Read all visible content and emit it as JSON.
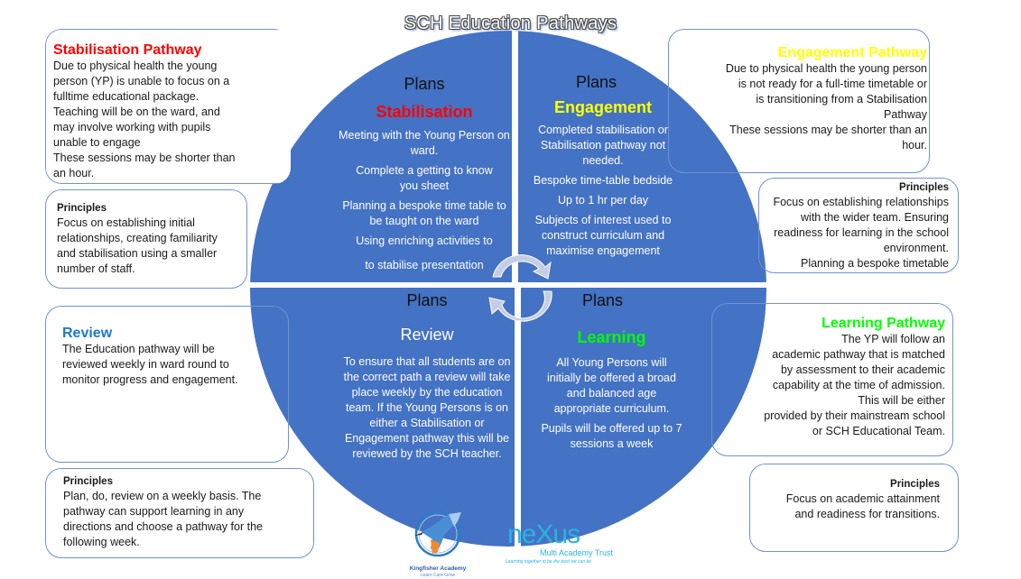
{
  "title": "SCH Education Pathways",
  "colors": {
    "wheel_fill": "#4472c4",
    "box_border": "#6f93d3",
    "arrow_fill": "#c5cde6",
    "stabilisation": "#ff0000",
    "engagement": "#ffff00",
    "learning": "#00ff00",
    "review_heading": "#1f77c8"
  },
  "left_boxes": {
    "stabilisation": {
      "heading": "Stabilisation Pathway",
      "lines": [
        "Due to physical health the young",
        "person (YP) is unable to focus on a",
        "fulltime educational package.",
        "Teaching will be on the ward, and",
        "may involve working with pupils",
        "unable to engage",
        "These sessions may be shorter than",
        "an hour."
      ]
    },
    "stabilisation_principles": {
      "heading": "Principles",
      "lines": [
        "Focus on establishing initial",
        "relationships, creating familiarity",
        "and stabilisation using a smaller",
        "number of staff."
      ]
    },
    "review": {
      "heading": "Review",
      "lines": [
        "The Education pathway will be",
        "reviewed weekly in ward round to",
        "monitor progress and engagement."
      ]
    },
    "review_principles": {
      "heading": "Principles",
      "lines": [
        "Plan, do, review on a weekly basis. The",
        "pathway can support learning in any",
        "directions and choose a pathway for the",
        "following week."
      ]
    }
  },
  "right_boxes": {
    "engagement": {
      "heading": "Engagement Pathway",
      "lines": [
        "Due to physical health the young person",
        "is not ready for a full-time timetable or",
        "is transitioning from a Stabilisation",
        "Pathway",
        "These sessions may be shorter than an",
        "hour."
      ]
    },
    "engagement_principles": {
      "heading": "Principles",
      "lines": [
        "Focus on establishing relationships",
        "with the wider team. Ensuring",
        "readiness for learning in the school",
        "environment.",
        "Planning a bespoke timetable"
      ]
    },
    "learning": {
      "heading": "Learning Pathway",
      "lines": [
        "The YP will follow an",
        "academic pathway that is matched",
        "by assessment to their academic",
        "capability  at the time of admission.",
        "This will be either",
        "provided by their mainstream school",
        "or SCH Educational Team."
      ]
    },
    "learning_principles": {
      "heading": "Principles",
      "lines": [
        "Focus on academic attainment",
        "and readiness for transitions."
      ]
    }
  },
  "quadrants": {
    "stabilisation": {
      "plans": "Plans",
      "name": "Stabilisation",
      "items": [
        "Meeting with the Young Person on ward.",
        "Complete a getting to know you sheet",
        "Planning a  bespoke time table to be taught on the ward",
        "Using enriching activities to",
        "to stabilise presentation"
      ]
    },
    "engagement": {
      "plans": "Plans",
      "name": "Engagement",
      "items": [
        "Completed stabilisation or Stabilisation pathway not needed.",
        "Bespoke time-table bedside",
        "Up to 1 hr per day",
        "Subjects of interest used to construct curriculum and maximise engagement"
      ]
    },
    "review": {
      "plans": "Plans",
      "name": "Review",
      "items": [
        "To ensure that all students are on the correct path a review will take place weekly by the education team. If the Young Persons  is on either a Stabilisation or Engagement pathway this will be reviewed by the SCH teacher."
      ]
    },
    "learning": {
      "plans": "Plans",
      "name": "Learning",
      "items": [
        "All Young Persons will initially be offered a broad and balanced age appropriate curriculum.",
        "Pupils will be offered up to 7 sessions a week"
      ]
    }
  },
  "icons": {
    "cycle_arrow_top": "curved-arrow-clockwise",
    "cycle_arrow_bottom": "curved-arrow-counterclockwise"
  },
  "logos": {
    "kingfisher": {
      "name": "Kingfisher Academy",
      "tagline": "Learn  Care  Grow"
    },
    "nexus": {
      "name": "neXus",
      "subtitle": "Multi Academy Trust",
      "tagline": "Learning together to be the best we can be"
    }
  }
}
